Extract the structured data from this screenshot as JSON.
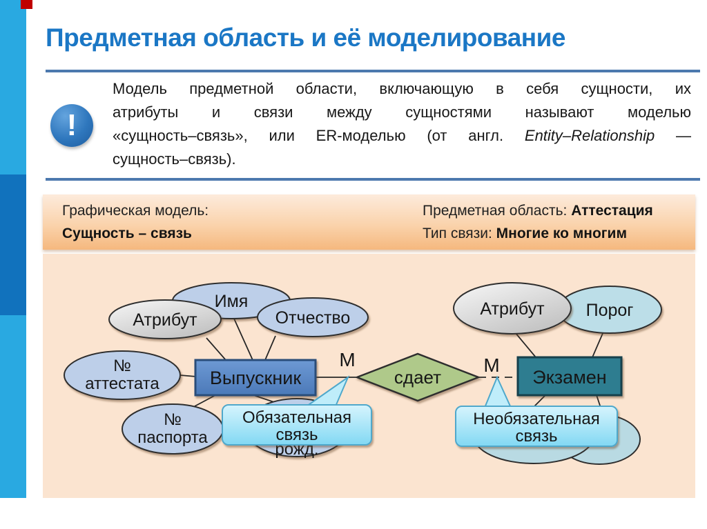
{
  "slide": {
    "title": "Предметная область и её моделирование",
    "note": {
      "icon_glyph": "!",
      "line1": "Модель предметной области, включающую в себя сущности, их",
      "line2": "атрибуты и связи между сущностями называют моделью",
      "line3_regular": "«сущность–связь», или ER-моделью (от англ.",
      "line3_italic": "Entity–Relationship",
      "line3_tail": "—",
      "line4": "сущность–связь)."
    },
    "band": {
      "left_line1": "Графическая модель:",
      "left_line2": "Сущность – связь",
      "right_line1_label": "Предметная область: ",
      "right_line1_value": "Аттестация",
      "right_line2_label": "Тип связи: ",
      "right_line2_value": "Многие ко многим"
    },
    "diagram": {
      "entity_left": "Выпускник",
      "entity_right": "Экзамен",
      "relation": "сдает",
      "multiplicity_left": "М",
      "multiplicity_right": "М",
      "attribute_label_left": "Атрибут",
      "attribute_label_right": "Атрибут",
      "attr_name": "Имя",
      "attr_patronymic": "Отчество",
      "attr_certificate_line1": "№",
      "attr_certificate_line2": "аттестата",
      "attr_passport_line1": "№",
      "attr_passport_line2": "паспорта",
      "attr_birth_partial": "рожд.",
      "attr_threshold": "Порог",
      "callout_left_line1": "Обязательная",
      "callout_left_line2": "связь",
      "callout_right_line1": "Необязательная",
      "callout_right_line2": "связь"
    },
    "colors": {
      "sidebar_cyan": "#29a9e1",
      "sidebar_blue": "#1172bd",
      "accent_red": "#c00000",
      "title_blue": "#1b77c5",
      "rule_blue": "#4c79ae",
      "band_orange_top": "#fdebdc",
      "band_orange_bottom": "#f5b87e",
      "diagram_background": "#fbe4d0",
      "attribute_ellipse_blue": "#bdcfe9",
      "attribute_ellipse_gray": "#dcdcdc",
      "attribute_ellipse_teal": "#bcdee8",
      "entity_left_fill": "#5585c5",
      "entity_right_fill": "#2e7d90",
      "relation_fill": "#afc98a",
      "callout_fill": "#9fe0f6",
      "callout_border": "#4fa8cb"
    }
  }
}
